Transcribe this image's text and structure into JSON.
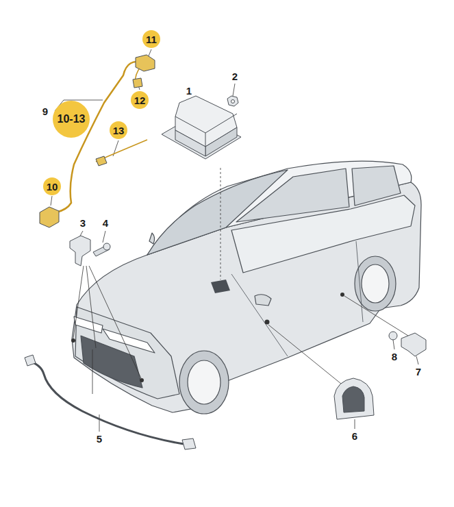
{
  "diagram": {
    "nodes": [
      {
        "text": [
          "11"
        ]
      },
      {
        "text": [
          "12"
        ]
      },
      {
        "text": [
          "10-13"
        ]
      },
      {
        "text": [
          "13"
        ]
      },
      {
        "text": [
          "10"
        ]
      }
    ],
    "labels": [
      "9",
      "1",
      "2",
      "3",
      "4",
      "5",
      "6",
      "7",
      "8"
    ]
  }
}
